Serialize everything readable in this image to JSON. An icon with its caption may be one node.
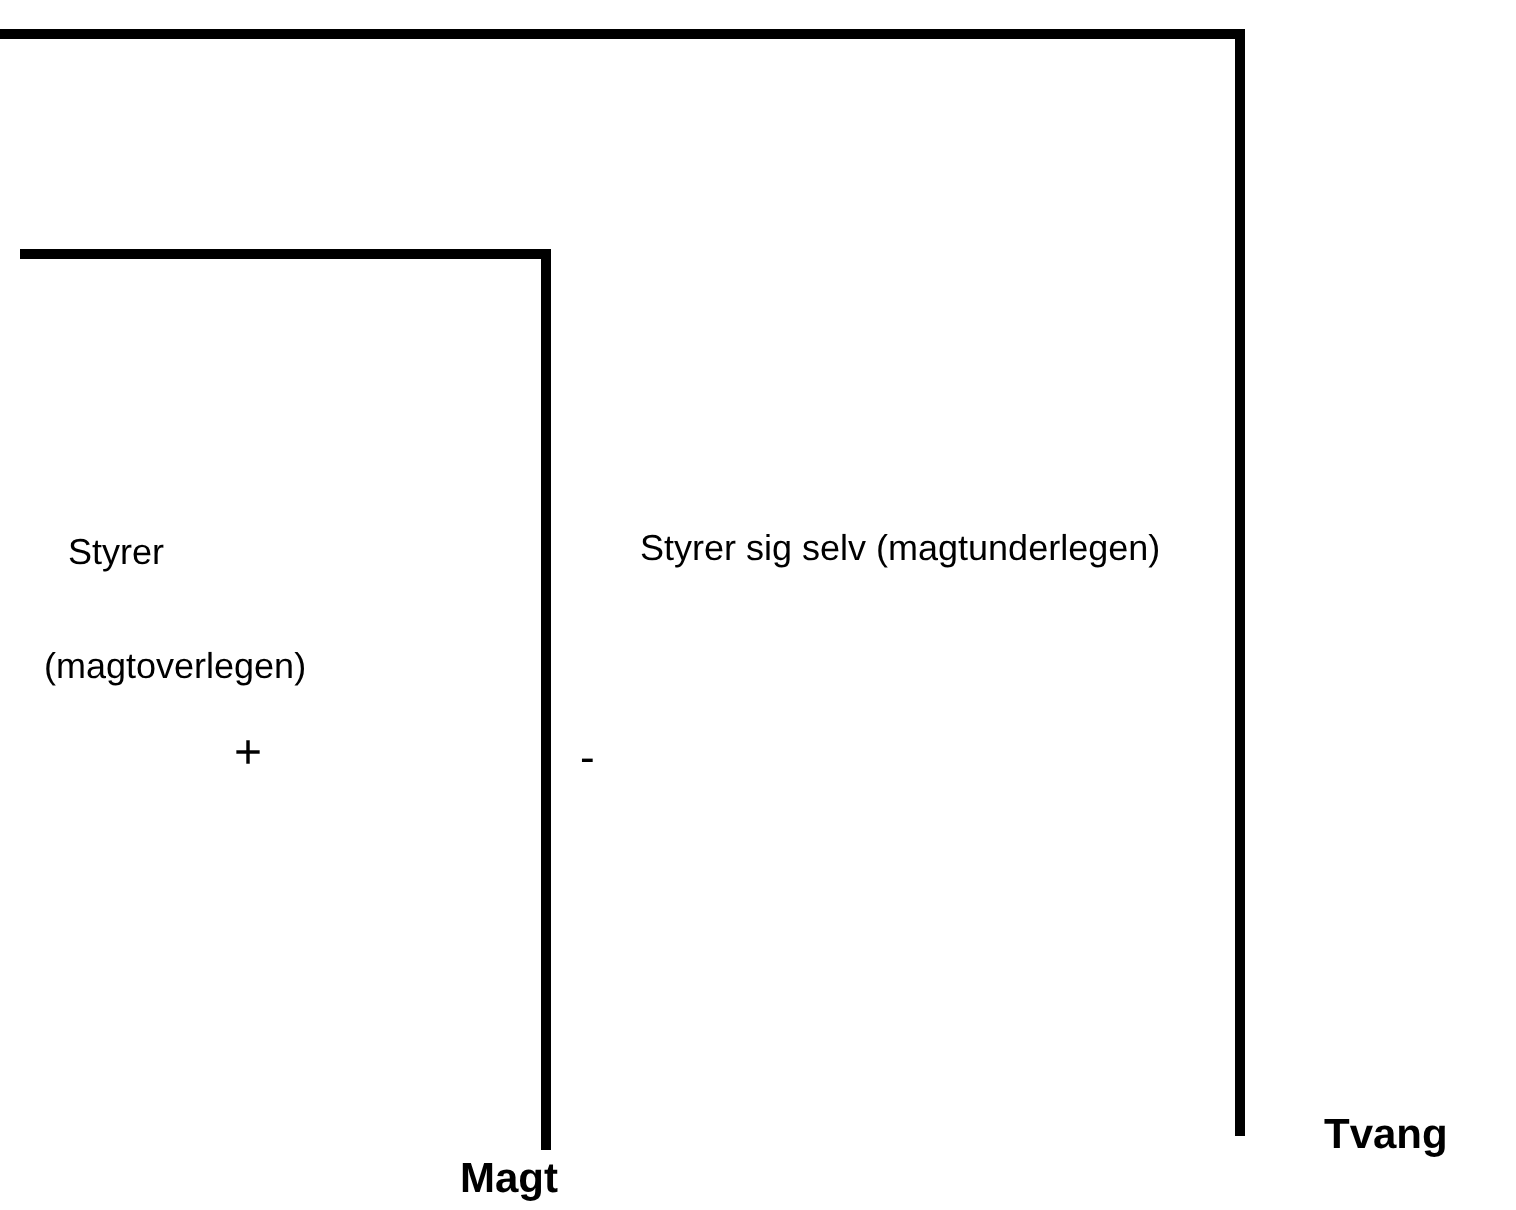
{
  "diagram": {
    "labels": [
      "Styrer",
      "(magtoverlegen)",
      "+",
      "Styrer sig selv (magtunderlegen)",
      "-",
      "Tvang",
      "Magt"
    ]
  }
}
